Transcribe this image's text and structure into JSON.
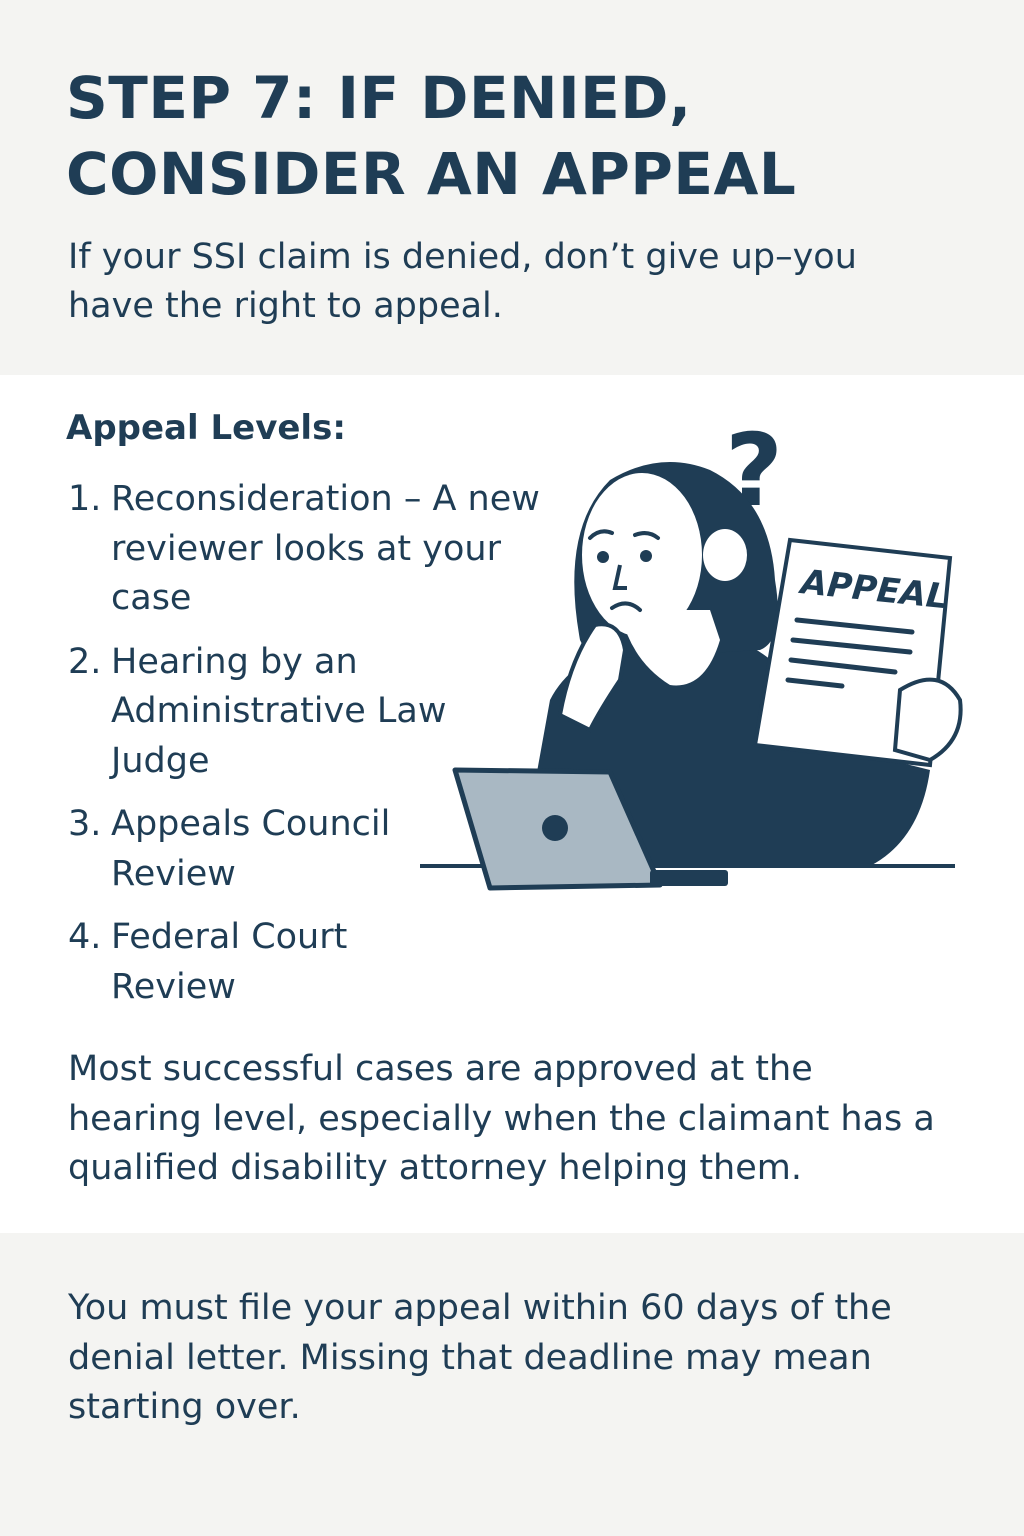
{
  "header": {
    "title_line1": "STEP 7: IF DENIED,",
    "title_line2": "CONSIDER AN APPEAL",
    "subtitle": "If your SSI claim is denied, don’t give up–you have the right to appeal."
  },
  "appeal_levels": {
    "heading": "Appeal Levels:",
    "items": [
      {
        "number": "1.",
        "text": "Reconsideration – A new reviewer looks at your case"
      },
      {
        "number": "2.",
        "text": "Hearing by an Administrative Law Judge"
      },
      {
        "number": "3.",
        "text": "Appeals Council Review"
      },
      {
        "number": "4.",
        "text": "Federal Court Review"
      }
    ]
  },
  "illustration": {
    "paper_label": "APPEAL",
    "question_mark": "?"
  },
  "note": "Most successful cases are approved at the hearing level, especially when the claimant has a qualified disability attorney helping them.",
  "deadline": "You must file your appeal within 60 days of the denial letter. Missing that deadline may mean starting over.",
  "colors": {
    "navy": "#1f3d55",
    "band": "#f4f4f2",
    "laptop": "#a9b8c3"
  }
}
